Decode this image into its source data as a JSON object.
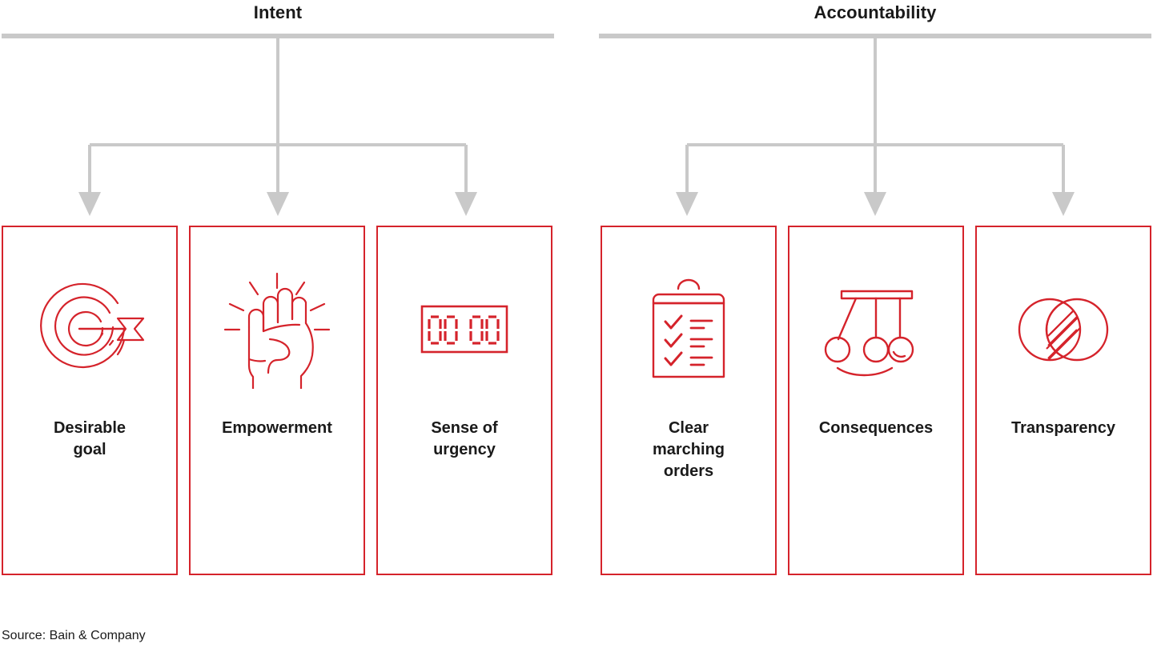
{
  "colors": {
    "accent_red": "#d5232b",
    "connector_gray": "#c9c9c9",
    "text_dark": "#1a1a1a",
    "background": "#ffffff"
  },
  "groups": [
    {
      "title": "Intent",
      "cards": [
        {
          "label": "Desirable\ngoal",
          "icon": "target-arrow-icon"
        },
        {
          "label": "Empowerment",
          "icon": "raised-fist-icon"
        },
        {
          "label": "Sense of\nurgency",
          "icon": "digital-timer-icon",
          "display_digits": "00 00"
        }
      ]
    },
    {
      "title": "Accountability",
      "cards": [
        {
          "label": "Clear\nmarching\norders",
          "icon": "clipboard-checklist-icon"
        },
        {
          "label": "Consequences",
          "icon": "newtons-cradle-icon"
        },
        {
          "label": "Transparency",
          "icon": "venn-diagram-icon"
        }
      ]
    }
  ],
  "source": "Source: Bain & Company"
}
